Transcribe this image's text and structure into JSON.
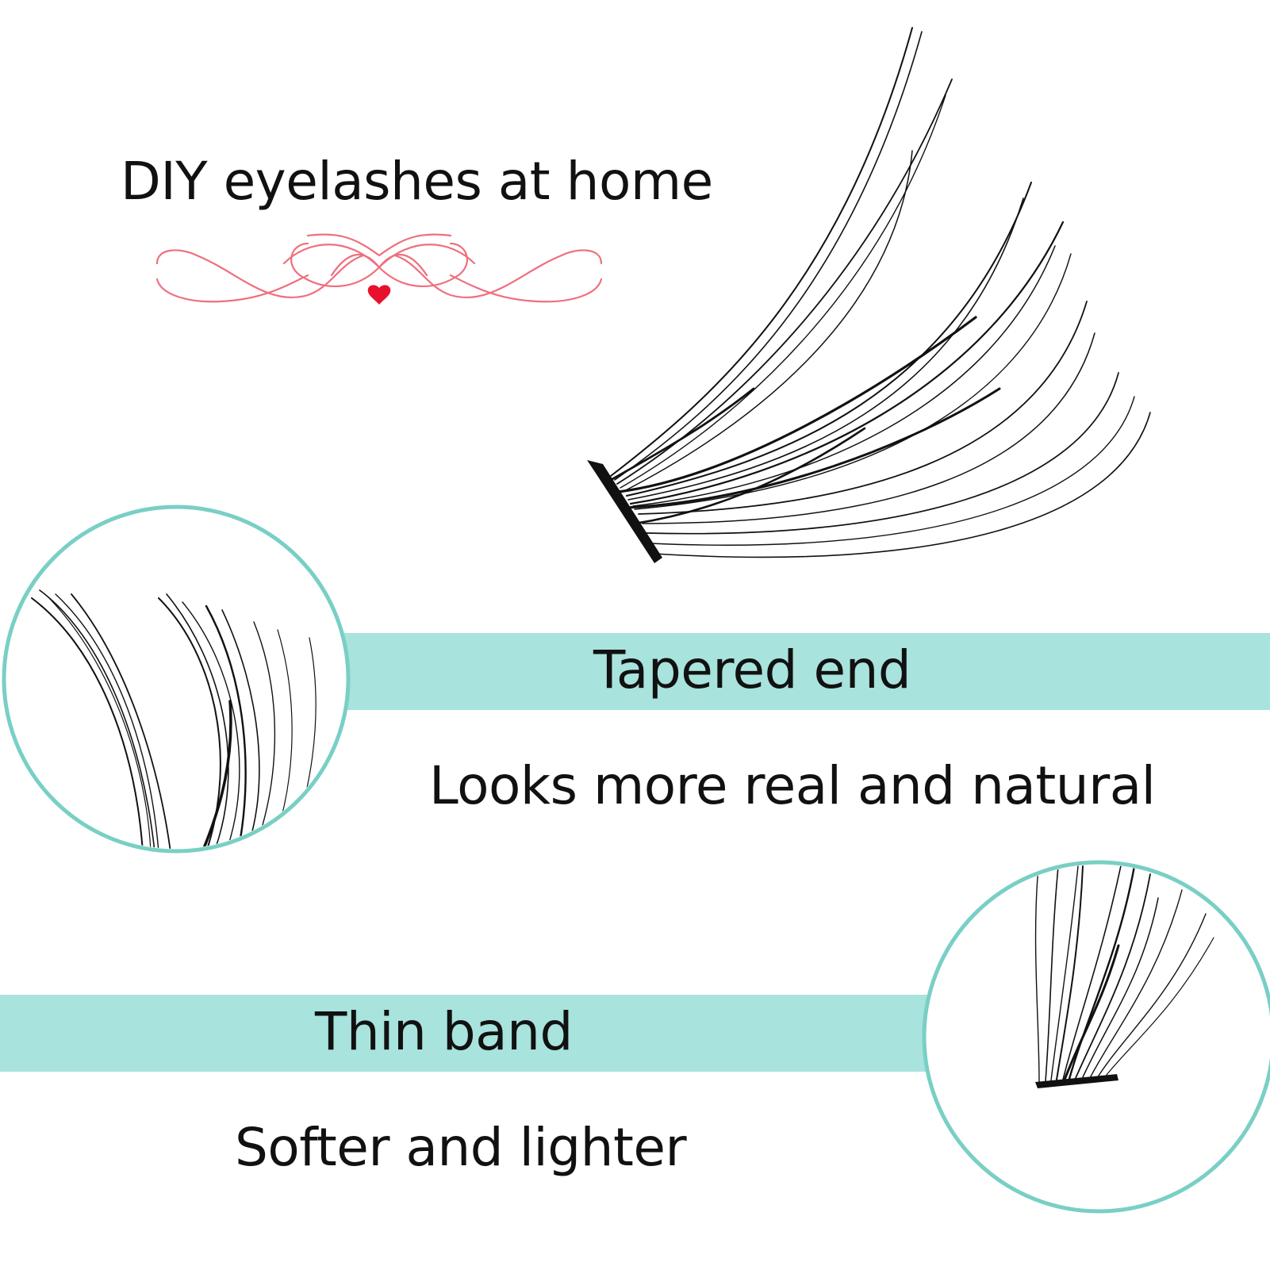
{
  "headline": "DIY eyelashes at home",
  "feature_1": {
    "title": "Tapered end",
    "description": "Looks more real and natural"
  },
  "feature_2": {
    "title": "Thin band",
    "description": "Softer and lighter"
  },
  "colors": {
    "accent_band": "#a8e3dd",
    "circle_stroke": "#79cfc5",
    "flourish": "#ef6f7e",
    "heart": "#e8112d",
    "lash": "#111111"
  },
  "icons": [
    "ornamental-flourish-icon",
    "heart-icon",
    "eyelash-cluster-image"
  ]
}
